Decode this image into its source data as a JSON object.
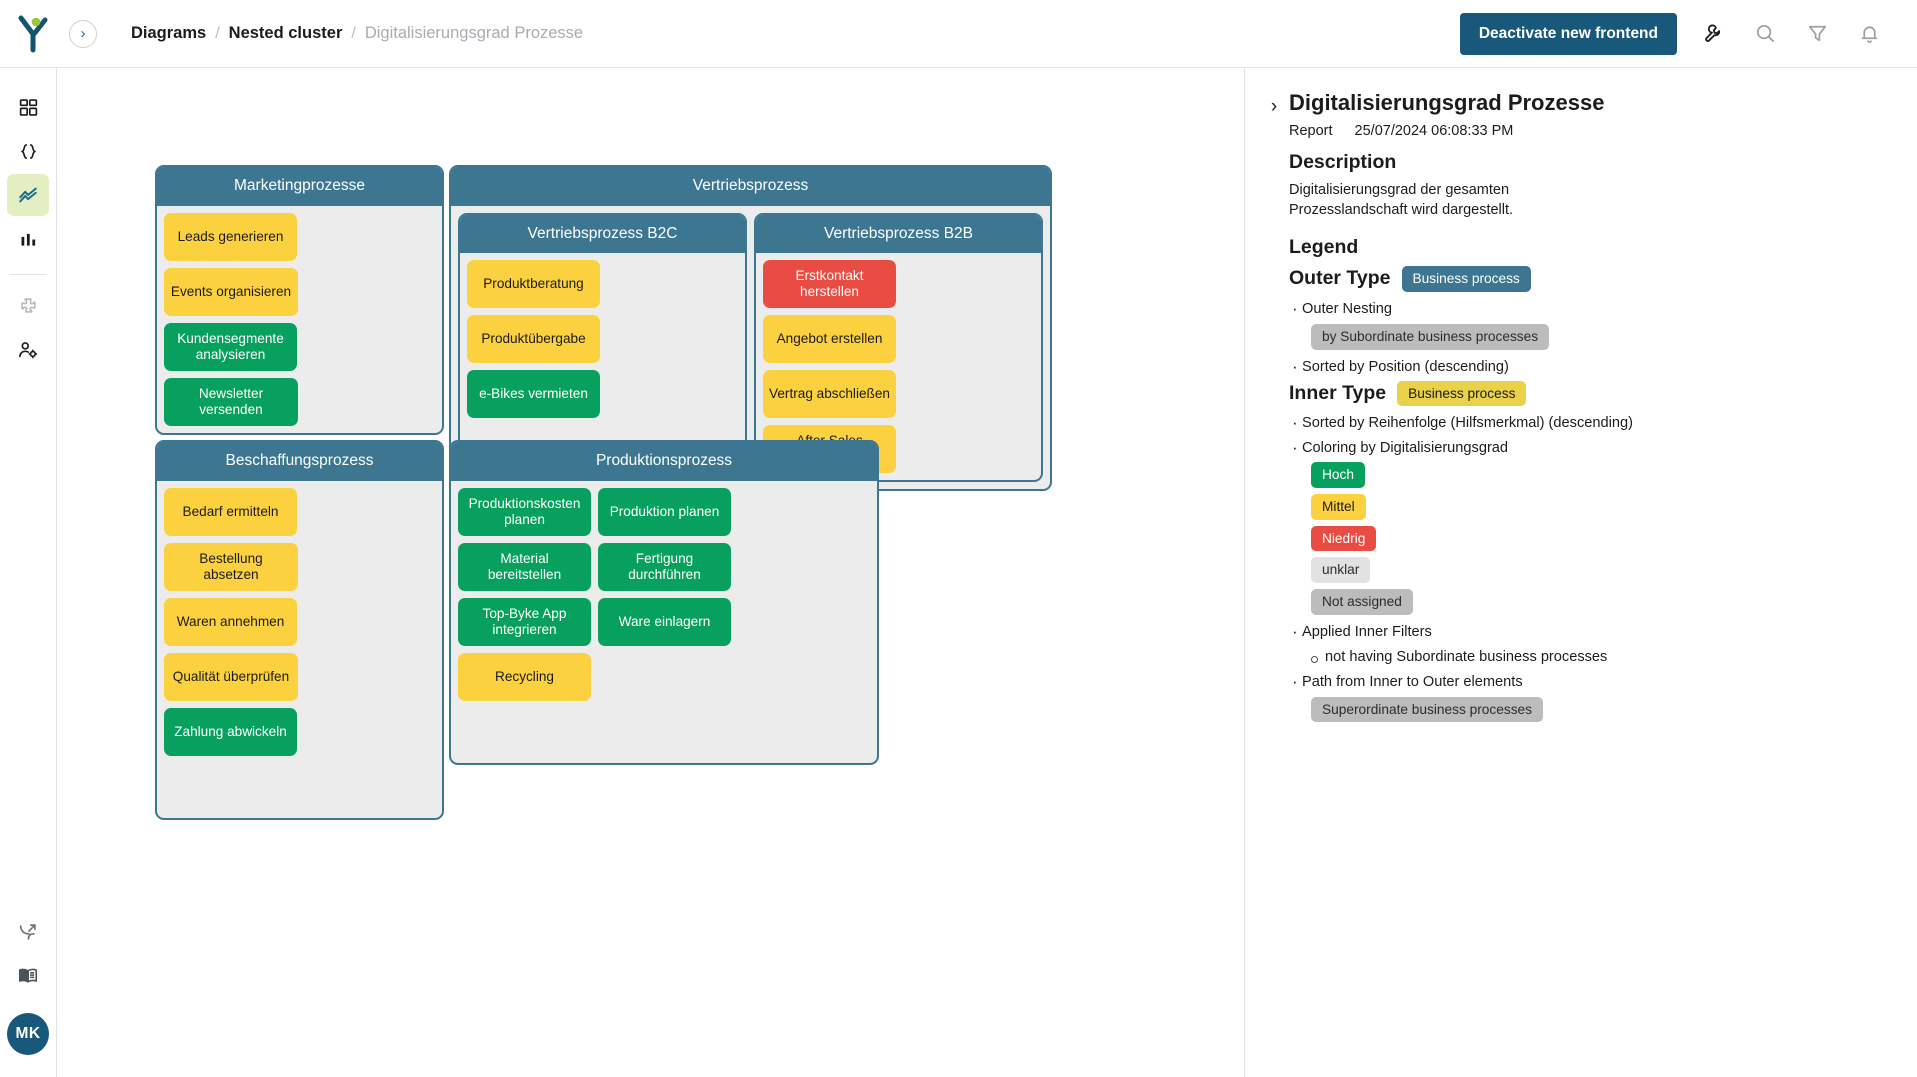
{
  "header": {
    "breadcrumb": [
      "Diagrams",
      "Nested cluster",
      "Digitalisierungsgrad Prozesse"
    ],
    "separator": "/",
    "primary_button": "Deactivate new frontend",
    "icons": [
      "wrench-icon",
      "search-icon",
      "filter-icon",
      "bell-icon"
    ],
    "expand_icon": "chevron-right-icon"
  },
  "sidebar": {
    "items": [
      {
        "name": "dashboard-grid-icon",
        "active": false
      },
      {
        "name": "code-braces-icon",
        "active": false
      },
      {
        "name": "diagram-trend-icon",
        "active": true
      },
      {
        "name": "bar-chart-icon",
        "active": false
      },
      {
        "name": "puzzle-icon",
        "active": false
      },
      {
        "name": "user-settings-icon",
        "active": false
      }
    ],
    "bottom_items": [
      {
        "name": "branch-icon"
      },
      {
        "name": "book-icon"
      }
    ],
    "avatar": "MK"
  },
  "panel": {
    "collapse_icon": "chevron-right-icon",
    "title": "Digitalisierungsgrad Prozesse",
    "meta_type": "Report",
    "meta_date": "25/07/2024 06:08:33 PM",
    "description_heading": "Description",
    "description_text": "Digitalisierungsgrad der gesamten Prozesslandschaft wird dargestellt.",
    "legend_heading": "Legend",
    "outer_type_label": "Outer Type",
    "outer_type_chip": "Business process",
    "outer_nesting_bullet": "Outer Nesting",
    "outer_nesting_chip": "by Subordinate business processes",
    "outer_sorted_bullet": "Sorted by Position (descending)",
    "inner_type_label": "Inner Type",
    "inner_type_chip": "Business process",
    "inner_sorted_bullet": "Sorted by Reihenfolge (Hilfsmerkmal) (descending)",
    "coloring_bullet": "Coloring by Digitalisierungsgrad",
    "color_chips": [
      {
        "label": "Hoch",
        "color": "#07a05e",
        "style": "green"
      },
      {
        "label": "Mittel",
        "color": "#fcd13f",
        "style": "amber"
      },
      {
        "label": "Niedrig",
        "color": "#e84c42",
        "style": "red"
      },
      {
        "label": "unklar",
        "color": "#e2e2e2",
        "style": "lightgrey"
      },
      {
        "label": "Not assigned",
        "color": "#bcbcbc",
        "style": "grey"
      }
    ],
    "applied_filters_bullet": "Applied Inner Filters",
    "applied_filters_item": "not having Subordinate business processes",
    "path_bullet": "Path from Inner to Outer elements",
    "path_chip": "Superordinate business processes"
  },
  "diagram": {
    "colors": {
      "cluster_header": "#3c7691",
      "cluster_body": "#ececec",
      "hoch": "#07a05e",
      "mittel": "#fcd13f",
      "niedrig": "#e84c42"
    },
    "clusters": [
      {
        "id": "marketingprozesse",
        "title": "Marketingprozesse",
        "nodes": [
          {
            "label": "Leads generieren",
            "color": "mittel"
          },
          {
            "label": "Events organisieren",
            "color": "mittel"
          },
          {
            "label": "Kundensegmente analysieren",
            "color": "hoch"
          },
          {
            "label": "Newsletter versenden",
            "color": "hoch"
          }
        ]
      },
      {
        "id": "vertriebsprozess",
        "title": "Vertriebsprozess",
        "subclusters": [
          {
            "id": "vertriebsprozess-b2c",
            "title": "Vertriebsprozess B2C",
            "nodes": [
              {
                "label": "Produktberatung",
                "color": "mittel"
              },
              {
                "label": "Produktübergabe",
                "color": "mittel"
              },
              {
                "label": "e-Bikes vermieten",
                "color": "hoch"
              }
            ]
          },
          {
            "id": "vertriebsprozess-b2b",
            "title": "Vertriebsprozess B2B",
            "nodes": [
              {
                "label": "Erstkontakt herstellen",
                "color": "niedrig"
              },
              {
                "label": "Angebot erstellen",
                "color": "mittel"
              },
              {
                "label": "Vertrag abschließen",
                "color": "mittel"
              },
              {
                "label": "After Sales betreiben",
                "color": "mittel"
              }
            ]
          }
        ]
      },
      {
        "id": "beschaffungsprozess",
        "title": "Beschaffungsprozess",
        "nodes": [
          {
            "label": "Bedarf ermitteln",
            "color": "mittel"
          },
          {
            "label": "Bestellung absetzen",
            "color": "mittel"
          },
          {
            "label": "Waren annehmen",
            "color": "mittel"
          },
          {
            "label": "Qualität überprüfen",
            "color": "mittel"
          },
          {
            "label": "Zahlung abwickeln",
            "color": "hoch"
          }
        ]
      },
      {
        "id": "produktionsprozess",
        "title": "Produktionsprozess",
        "nodes": [
          {
            "label": "Produktionskosten planen",
            "color": "hoch"
          },
          {
            "label": "Produktion planen",
            "color": "hoch"
          },
          {
            "label": "Material bereitstellen",
            "color": "hoch"
          },
          {
            "label": "Fertigung durchführen",
            "color": "hoch"
          },
          {
            "label": "Top-Byke App integrieren",
            "color": "hoch"
          },
          {
            "label": "Ware einlagern",
            "color": "hoch"
          },
          {
            "label": "Recycling",
            "color": "mittel"
          }
        ]
      }
    ]
  }
}
